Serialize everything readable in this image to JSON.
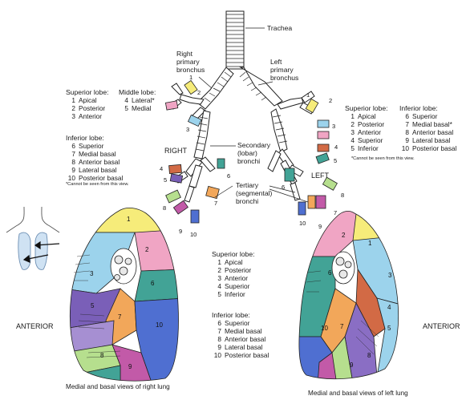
{
  "trachea": "Trachea",
  "right_primary": [
    "Right",
    "primary",
    "bronchus"
  ],
  "left_primary": [
    "Left",
    "primary",
    "bronchus"
  ],
  "secondary": [
    "Secondary",
    "(lobar)",
    "bronchi"
  ],
  "tertiary": [
    "Tertiary",
    "(segmental)",
    "bronchi"
  ],
  "side_right": "RIGHT",
  "side_left": "LEFT",
  "anterior": "ANTERIOR",
  "right_legend": {
    "superior_title": "Superior lobe:",
    "superior": [
      {
        "n": "1",
        "name": "Apical"
      },
      {
        "n": "2",
        "name": "Posterior"
      },
      {
        "n": "3",
        "name": "Anterior"
      }
    ],
    "middle_title": "Middle lobe:",
    "middle": [
      {
        "n": "4",
        "name": "Lateral*"
      },
      {
        "n": "5",
        "name": "Medial"
      }
    ],
    "inferior_title": "Inferior lobe:",
    "inferior": [
      {
        "n": "6",
        "name": "Superior"
      },
      {
        "n": "7",
        "name": "Medial basal"
      },
      {
        "n": "8",
        "name": "Anterior basal"
      },
      {
        "n": "9",
        "name": "Lateral basal"
      },
      {
        "n": "10",
        "name": "Posterior basal"
      }
    ],
    "note": "*Cannot be seen from this view."
  },
  "left_legend": {
    "superior_title": "Superior lobe:",
    "superior": [
      {
        "n": "1",
        "name": "Apical"
      },
      {
        "n": "2",
        "name": "Posterior"
      },
      {
        "n": "3",
        "name": "Anterior"
      },
      {
        "n": "4",
        "name": "Superior"
      },
      {
        "n": "5",
        "name": "Inferior"
      }
    ],
    "inferior_title": "Inferior lobe:",
    "inferior": [
      {
        "n": "6",
        "name": "Superior"
      },
      {
        "n": "7",
        "name": "Medial basal*"
      },
      {
        "n": "8",
        "name": "Anterior basal"
      },
      {
        "n": "9",
        "name": "Lateral basal"
      },
      {
        "n": "10",
        "name": "Posterior basal"
      }
    ],
    "note": "*Cannot be seen from this view."
  },
  "center_legend": {
    "superior_title": "Superior lobe:",
    "superior": [
      {
        "n": "1",
        "name": "Apical"
      },
      {
        "n": "2",
        "name": "Posterior"
      },
      {
        "n": "3",
        "name": "Anterior"
      },
      {
        "n": "4",
        "name": "Superior"
      },
      {
        "n": "5",
        "name": "Inferior"
      }
    ],
    "inferior_title": "Inferior lobe:",
    "inferior": [
      {
        "n": "6",
        "name": "Superior"
      },
      {
        "n": "7",
        "name": "Medial basal"
      },
      {
        "n": "8",
        "name": "Anterior basal"
      },
      {
        "n": "9",
        "name": "Lateral basal"
      },
      {
        "n": "10",
        "name": "Posterior basal"
      }
    ]
  },
  "caption_right": "Medial and basal views of right lung",
  "caption_left": "Medial and basal views of left lung",
  "segment_colors": {
    "apical": "#f6ec7a",
    "posterior": "#f0a5c4",
    "anterior": "#9cd3ec",
    "lateral_middle": "#a68fd2",
    "medial": "#7a5fb8",
    "superior_lower": "#42a396",
    "medial_basal": "#f2a75a",
    "anterior_basal": "#b6df8e",
    "lateral_basal": "#c25aa8",
    "posterior_basal": "#4f6fd1",
    "lingula_superior": "#d26a45",
    "lingula_inferior": "#8a6ec4"
  }
}
